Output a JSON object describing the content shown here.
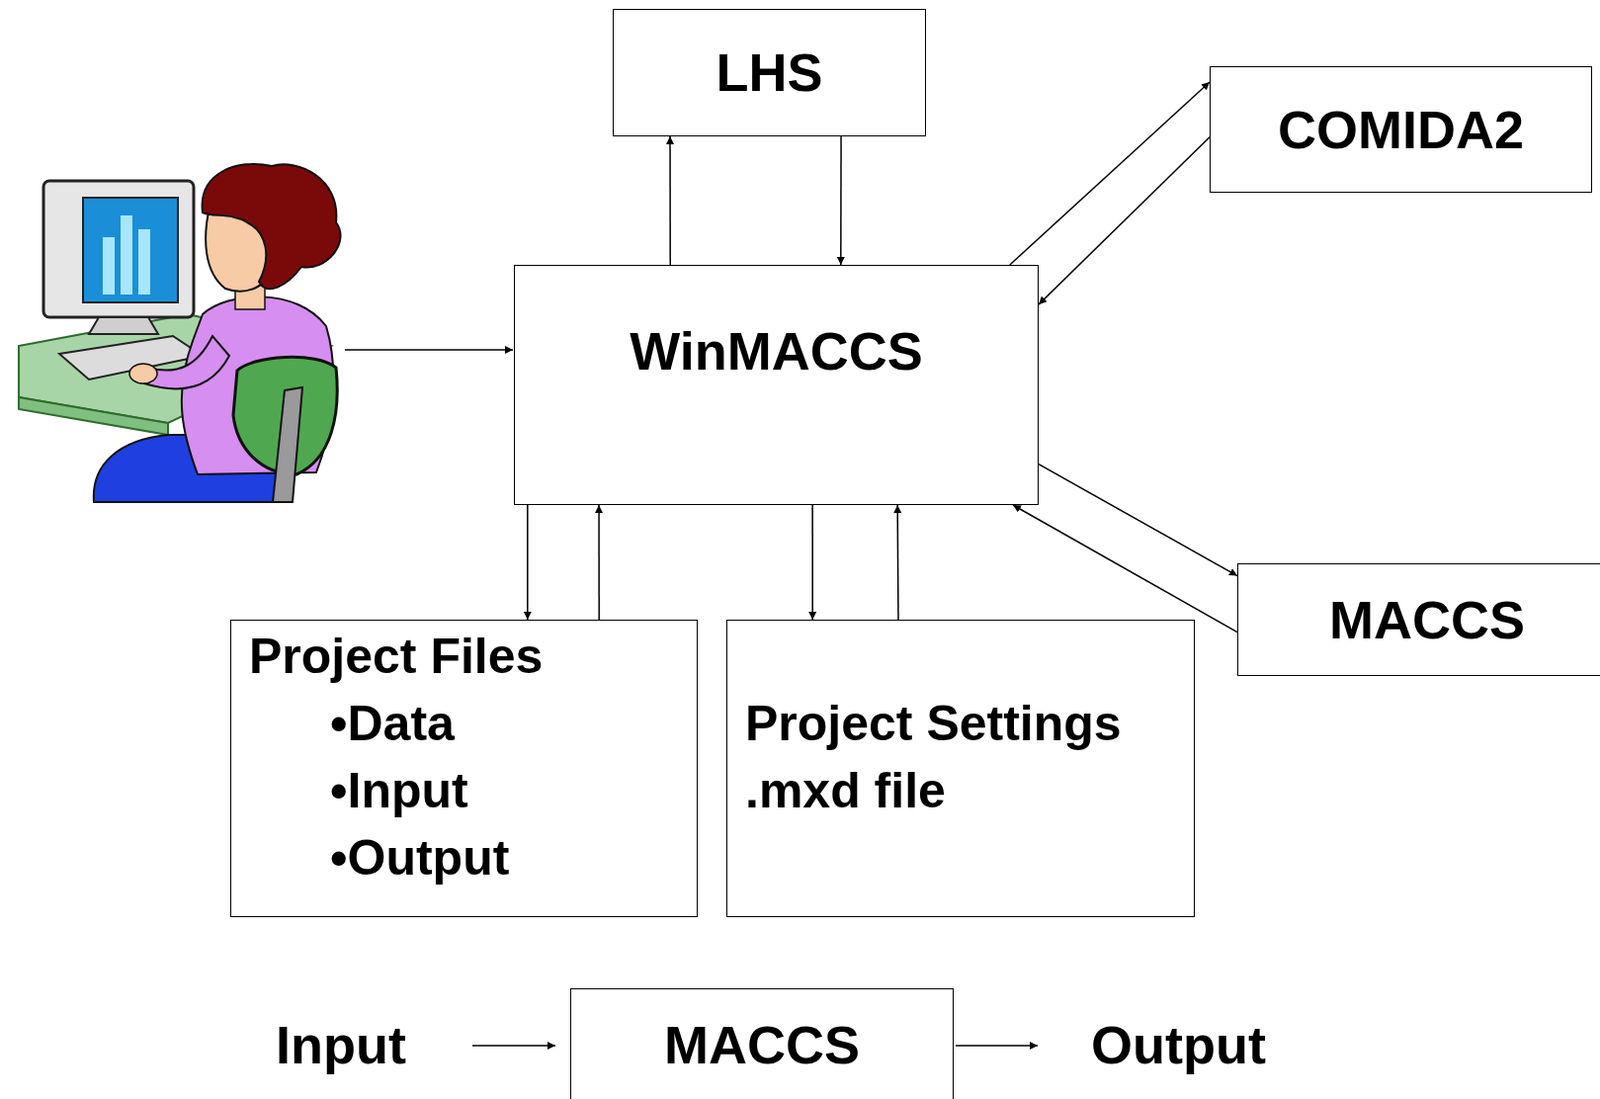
{
  "diagram": {
    "nodes": [
      {
        "text": [
          "LHS"
        ]
      },
      {
        "text": [
          "COMIDA2"
        ]
      },
      {
        "text": [
          "WinMACCS"
        ]
      },
      {
        "text": [
          "MACCS"
        ]
      },
      {
        "text": [
          "Project Files",
          "•Data",
          "•Input",
          "•Output"
        ]
      },
      {
        "text": [
          "Project Settings",
          ".mxd file"
        ]
      },
      {
        "text": [
          "MACCS"
        ]
      }
    ],
    "edges": [
      {
        "from": 2,
        "to": 0,
        "arrow": "to"
      },
      {
        "from": 0,
        "to": 2,
        "arrow": "to"
      },
      {
        "from": 2,
        "to": 1,
        "arrow": "to"
      },
      {
        "from": 1,
        "to": 2,
        "arrow": "to"
      },
      {
        "from": 2,
        "to": 3,
        "arrow": "to"
      },
      {
        "from": 3,
        "to": 2,
        "arrow": "to"
      },
      {
        "from": 2,
        "to": 4,
        "arrow": "to"
      },
      {
        "from": 4,
        "to": 2,
        "arrow": "to"
      },
      {
        "from": 2,
        "to": 5,
        "arrow": "to"
      },
      {
        "from": 5,
        "to": 2,
        "arrow": "to"
      }
    ],
    "labels": [
      "Input",
      "Output"
    ]
  }
}
